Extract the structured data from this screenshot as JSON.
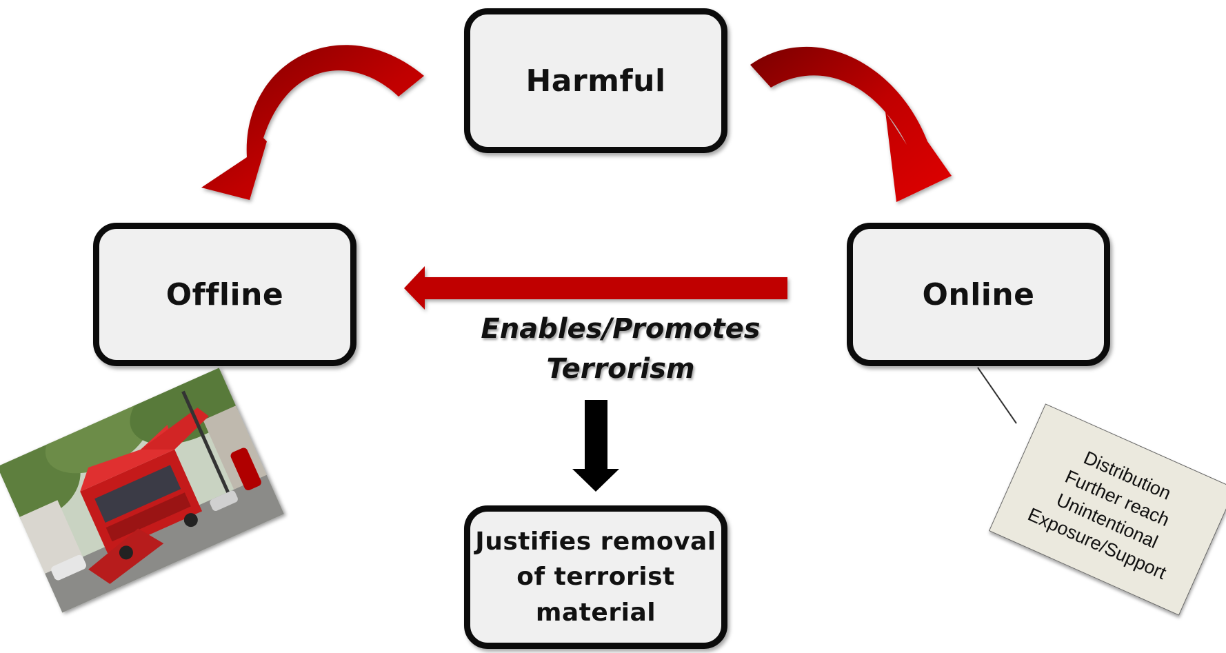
{
  "diagram": {
    "nodes": {
      "harmful": "Harmful",
      "offline": "Offline",
      "online": "Online",
      "removal": [
        "Justifies removal",
        "of terrorist",
        "material"
      ]
    },
    "caption": [
      "Enables/Promotes",
      "Terrorism"
    ],
    "online_note": [
      "Distribution",
      "Further reach",
      "Unintentional",
      "Exposure/Support"
    ],
    "photo": {
      "subject": "destroyed red double-decker bus after bombing"
    },
    "colors": {
      "arrow_red": "#c00000",
      "arrow_dark": "#8b0000",
      "box_fill": "#f0f0f0",
      "border": "#0b0b0b",
      "note_fill": "#ebe9de"
    }
  }
}
